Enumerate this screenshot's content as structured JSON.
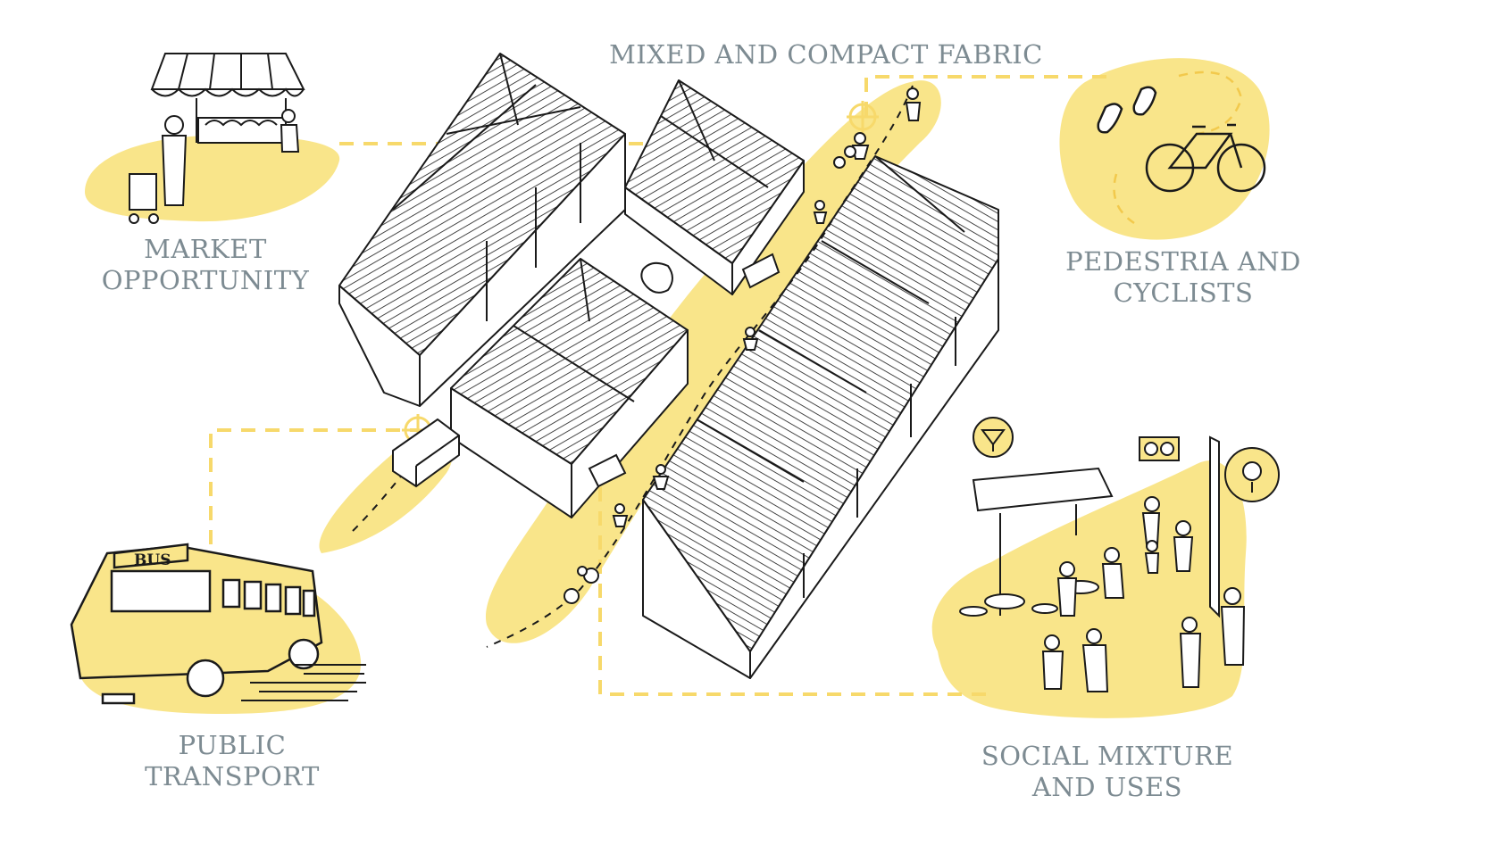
{
  "title": "MIXED AND COMPACT FABRIC",
  "labels": {
    "market": [
      "MARKET",
      "OPPORTUNITY"
    ],
    "pedestrians": [
      "PEDESTRIA AND",
      "CYCLISTS"
    ],
    "public_transport": [
      "PUBLIC",
      "TRANSPORT"
    ],
    "social": [
      "SOCIAL MIXTURE",
      "AND USES"
    ]
  },
  "bus_sign": "BUS",
  "colors": {
    "accent_yellow": "#f9e58a",
    "dash_yellow": "#f7d96b",
    "line": "#1a1a1a",
    "label_gray": "#7d8b92"
  }
}
